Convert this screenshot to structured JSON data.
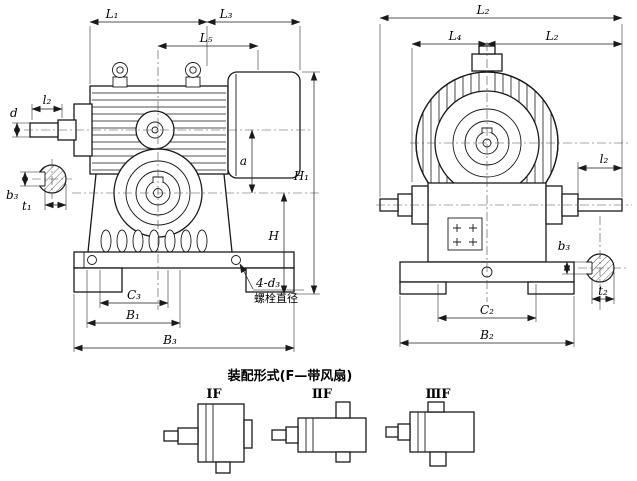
{
  "left_view": {
    "dims": {
      "L1": "L₁",
      "L3": "L₃",
      "L5": "L₅",
      "l2": "l₂",
      "d": "d",
      "b3": "b₃",
      "t1": "t₁",
      "a": "a",
      "H1": "H₁",
      "H": "H",
      "C3": "C₃",
      "B1": "B₁",
      "B3": "B₃"
    },
    "callout": {
      "line1": "4-d₃",
      "line2": "螺栓直径"
    }
  },
  "right_view": {
    "dims": {
      "L2_top": "L₂",
      "L4": "L₄",
      "L2_right": "L₂",
      "l2": "l₂",
      "b3": "b₃",
      "t2": "t₂",
      "C2": "C₂",
      "B2": "B₂"
    }
  },
  "caption": "装配形式(F—带风扇)",
  "variants": [
    {
      "label": "ⅠF"
    },
    {
      "label": "ⅡF"
    },
    {
      "label": "ⅢF"
    }
  ],
  "colors": {
    "line": "#1a1a1a",
    "background": "#ffffff"
  }
}
